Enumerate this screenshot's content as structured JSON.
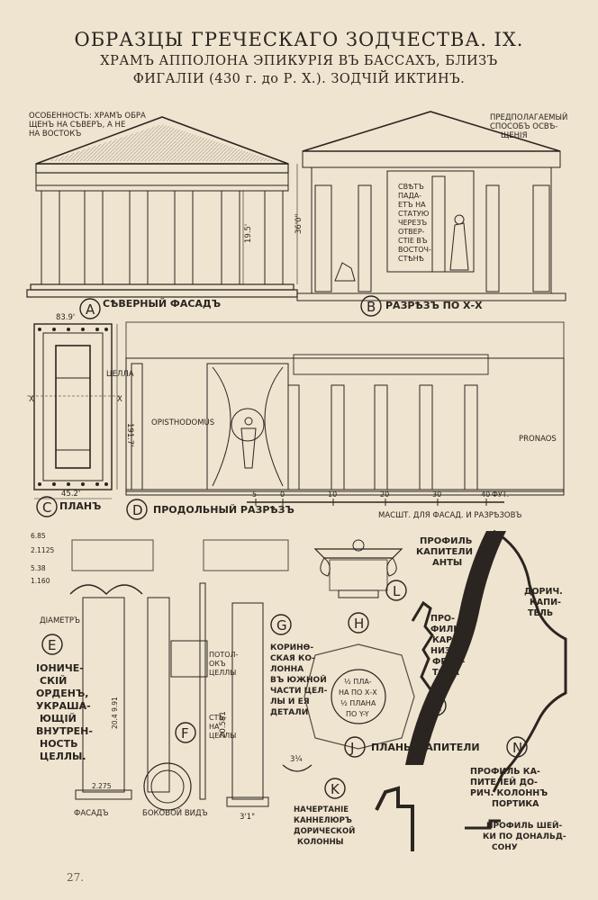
{
  "header": {
    "title": "ОБРАЗЦЫ ГРЕЧЕСКАГО ЗОДЧЕСТВА. IX.",
    "subtitle_line1": "ХРАМЪ АППОЛОНА ЭПИКУРІЯ ВЪ БАССАХЪ, БЛИЗЪ",
    "subtitle_line2": "ФИГАЛІИ (430 г. до Р. Х.). ЗОДЧІЙ ИКТИНЪ."
  },
  "panels": {
    "a": {
      "letter": "A",
      "caption": "СѢВЕРНЫЙ ФАСАДЪ",
      "note_line1": "ОСОБЕННОСТЬ: ХРАМЪ ОБРА",
      "note_line2": "ЩЕНЪ НА СѢВЕРЪ, А НЕ",
      "note_line3": "НА ВОСТОКЪ",
      "dim_height": "36'0\"",
      "dim_col": "19.5'"
    },
    "b": {
      "letter": "B",
      "caption": "РАЗРѢЗЪ ПО Х-Х",
      "note_line1": "ПРЕДПОЛАГАЕМЫЙ",
      "note_line2": "СПОСОБЪ ОСВѢ-",
      "note_line3": "ЩЕНІЯ",
      "light_text": [
        "СВѢТЪ",
        "ПАДА-",
        "ЕТЪ НА",
        "СТАТУЮ",
        "ЧЕРЕЗЪ",
        "ОТВЕР-",
        "СТІЕ ВЪ",
        "ВОСТОЧ-",
        "СТѢНѢ"
      ]
    },
    "c": {
      "letter": "C",
      "caption": "ПЛАНЪ",
      "dim_top": "83.9'",
      "dim_side": "191.7'",
      "dim_bottom": "45.2'",
      "cella_label": "ЦЕЛЛА",
      "axis": "X"
    },
    "d": {
      "letter": "D",
      "caption": "ПРОДОЛЬНЫЙ РАЗРѢЗЪ",
      "opisthodomus": "OPISTHODOMUS",
      "pronaos": "PRONAOS",
      "scale_ticks": [
        "5",
        "0",
        "10",
        "20",
        "30",
        "40"
      ],
      "scale_unit": "ФУТ.",
      "scale_note": "МАСШТ. ДЛЯ ФАСАД. И РАЗРѢЗОВЪ"
    },
    "e": {
      "letter": "E",
      "caption": [
        "ІОНИЧЕ-",
        "СКІЙ",
        "ОРДЕНЪ,",
        "УКРАША-",
        "ЮЩІЙ",
        "ВНУТРЕН-",
        "НОСТЬ",
        "ЦЕЛЛЫ."
      ],
      "diameter": "ДІАМЕТРЪ",
      "bottom": "ФАСАДЪ",
      "dims": [
        "6.85",
        "2.1125",
        "5.38",
        "1.160",
        "20.4 9.91",
        "2.275"
      ]
    },
    "f": {
      "letter": "F",
      "bottom": "БОКОВОЙ ВИДЪ",
      "potolok": [
        "ПОТОЛ-",
        "ОКЪ",
        "ЦЕЛЛЫ"
      ],
      "wall": [
        "СТѢ-",
        "НА",
        "ЦЕЛЛЫ"
      ]
    },
    "g": {
      "letter": "G",
      "caption": [
        "КОРИНѲ-",
        "СКАЯ КО-",
        "ЛОННА",
        "ВЪ ЮЖНОЙ",
        "ЧАСТИ ЦЕЛ-",
        "ЛЫ И ЕЯ",
        "ДЕТАЛИ"
      ],
      "dim": "20.581",
      "bottom_dim": "3'1\""
    },
    "h": {
      "letter": "H"
    },
    "j": {
      "letter": "J",
      "caption": "ПЛАНЫ КАПИТЕЛИ",
      "inner": [
        "½ ПЛА-",
        "НА ПО Х-Х",
        "½ ПЛАНА",
        "ПО Y-Y"
      ]
    },
    "k": {
      "letter": "K",
      "caption": [
        "НАЧЕРТАНІЕ",
        "КАННЕЛЮРЪ",
        "ДОРИЧЕСКОЙ",
        "КОЛОННЫ"
      ],
      "dim": "3¼"
    },
    "l": {
      "letter": "L",
      "caption": [
        "ПРОФИЛЬ",
        "КАПИТЕЛИ",
        "АНТЫ"
      ]
    },
    "m": {
      "letter": "M",
      "caption": [
        "ПРО-",
        "ФИЛЬ",
        "КАР-",
        "НИЗА",
        "ФРОН-",
        "ТОНА"
      ],
      "doric": [
        "ДОРИЧ.",
        "КАПИ-",
        "ТЕЛЬ"
      ]
    },
    "n": {
      "letter": "N",
      "caption": [
        "ПРОФИЛЬ КА-",
        "ПИТЕЛЕЙ ДО-",
        "РИЧ. КОЛОННЪ",
        "ПОРТИКА"
      ],
      "neck": [
        "ПРОФИЛЬ ШЕЙ-",
        "КИ ПО ДОНАЛЬД-",
        "СОНУ"
      ]
    }
  },
  "page_number": "27."
}
